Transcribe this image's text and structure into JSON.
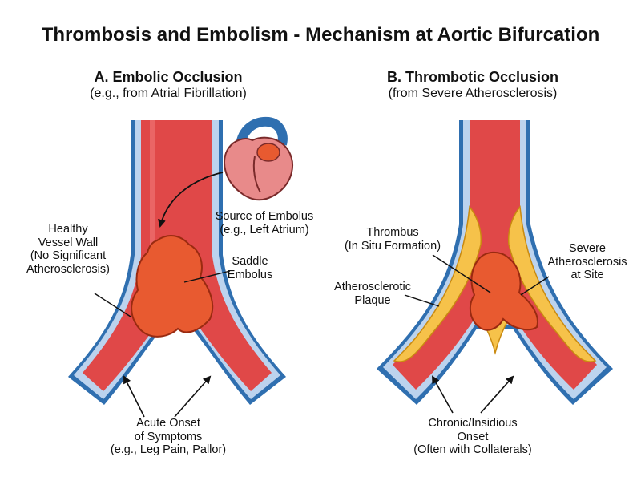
{
  "title": "Thrombosis and Embolism - Mechanism at Aortic Bifurcation",
  "panel_a": {
    "heading": "A. Embolic Occlusion",
    "subheading": "(e.g., from Atrial Fibrillation)",
    "labels": {
      "healthy_wall": [
        "Healthy",
        "Vessel Wall",
        "(No Significant",
        "Atherosclerosis)"
      ],
      "source": [
        "Source of Embolus",
        "(e.g., Left Atrium)"
      ],
      "saddle": [
        "Saddle",
        "Embolus"
      ],
      "onset": [
        "Acute Onset",
        "of Symptoms",
        "(e.g., Leg Pain, Pallor)"
      ]
    }
  },
  "panel_b": {
    "heading": "B. Thrombotic Occlusion",
    "subheading": "(from Severe Atherosclerosis)",
    "labels": {
      "thrombus": [
        "Thrombus",
        "(In Situ Formation)"
      ],
      "severe": [
        "Severe",
        "Atherosclerosis",
        "at Site"
      ],
      "plaque": [
        "Atherosclerotic",
        "Plaque"
      ],
      "onset": [
        "Chronic/Insidious",
        "Onset",
        "(Often with Collaterals)"
      ]
    }
  },
  "colors": {
    "vessel_wall": "#2f6fb0",
    "blood": "#e04848",
    "embolus": "#e85a30",
    "plaque": "#f6c24a",
    "heart": "#e88a8a"
  }
}
